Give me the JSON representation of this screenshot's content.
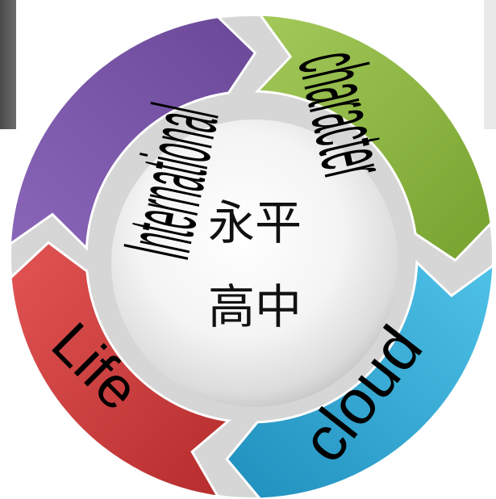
{
  "center": {
    "line1": "永平",
    "line2": "高中"
  },
  "cycle_labels": {
    "international": "International",
    "character": "character",
    "life": "Life",
    "cloud": "cloud"
  },
  "colors": {
    "purple": "#7b58a8",
    "green": "#8bb63a",
    "blue": "#2ea9d4",
    "red": "#cf3b3b",
    "corner_left": "#5e5e5e",
    "center_disc": "#f2f2f2"
  }
}
